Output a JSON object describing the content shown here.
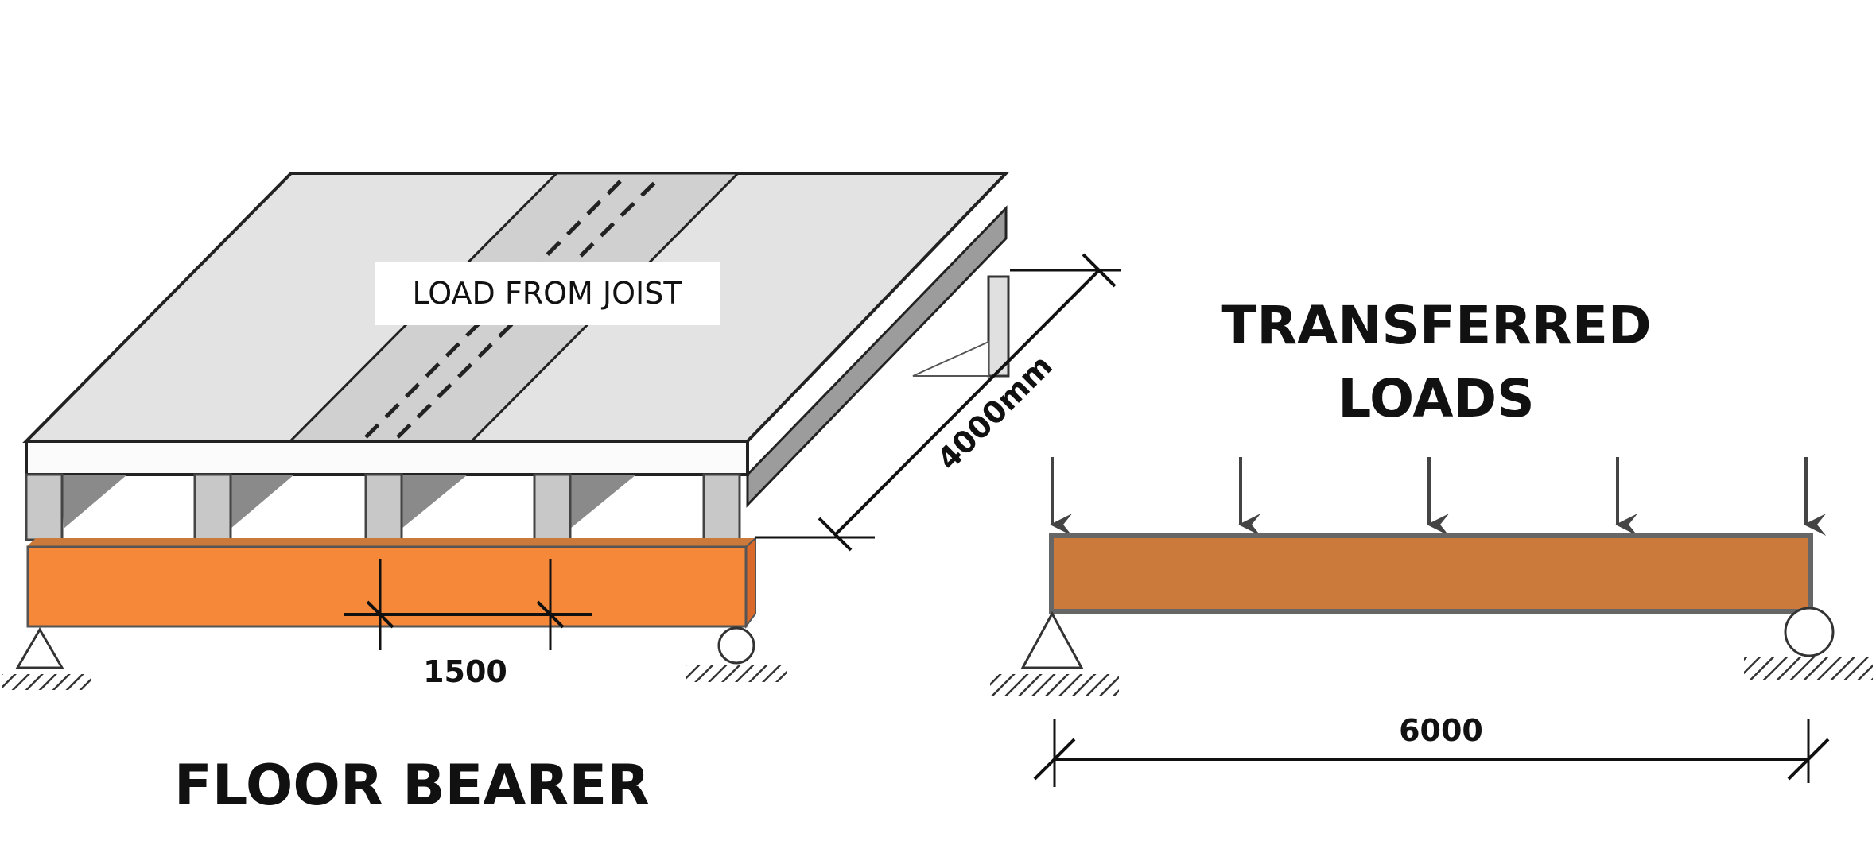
{
  "labels": {
    "load_from_joist": "LOAD FROM JOIST",
    "dim_4000": "4000mm",
    "dim_1500": "1500",
    "dim_6000": "6000",
    "floor_bearer": "FLOOR BEARER",
    "transferred_line1": "TRANSFERRED",
    "transferred_line2": "LOADS"
  },
  "colors": {
    "bearer_orange": "#f6883a",
    "beam_orange": "#cc7a3c",
    "deck_top": "#e3e3e3",
    "deck_strip": "#d0d0d0",
    "deck_side": "#9c9c9c",
    "joist_face": "#c8c8c8",
    "joist_shadow": "#8a8a8a"
  },
  "point_loads_count": 5
}
